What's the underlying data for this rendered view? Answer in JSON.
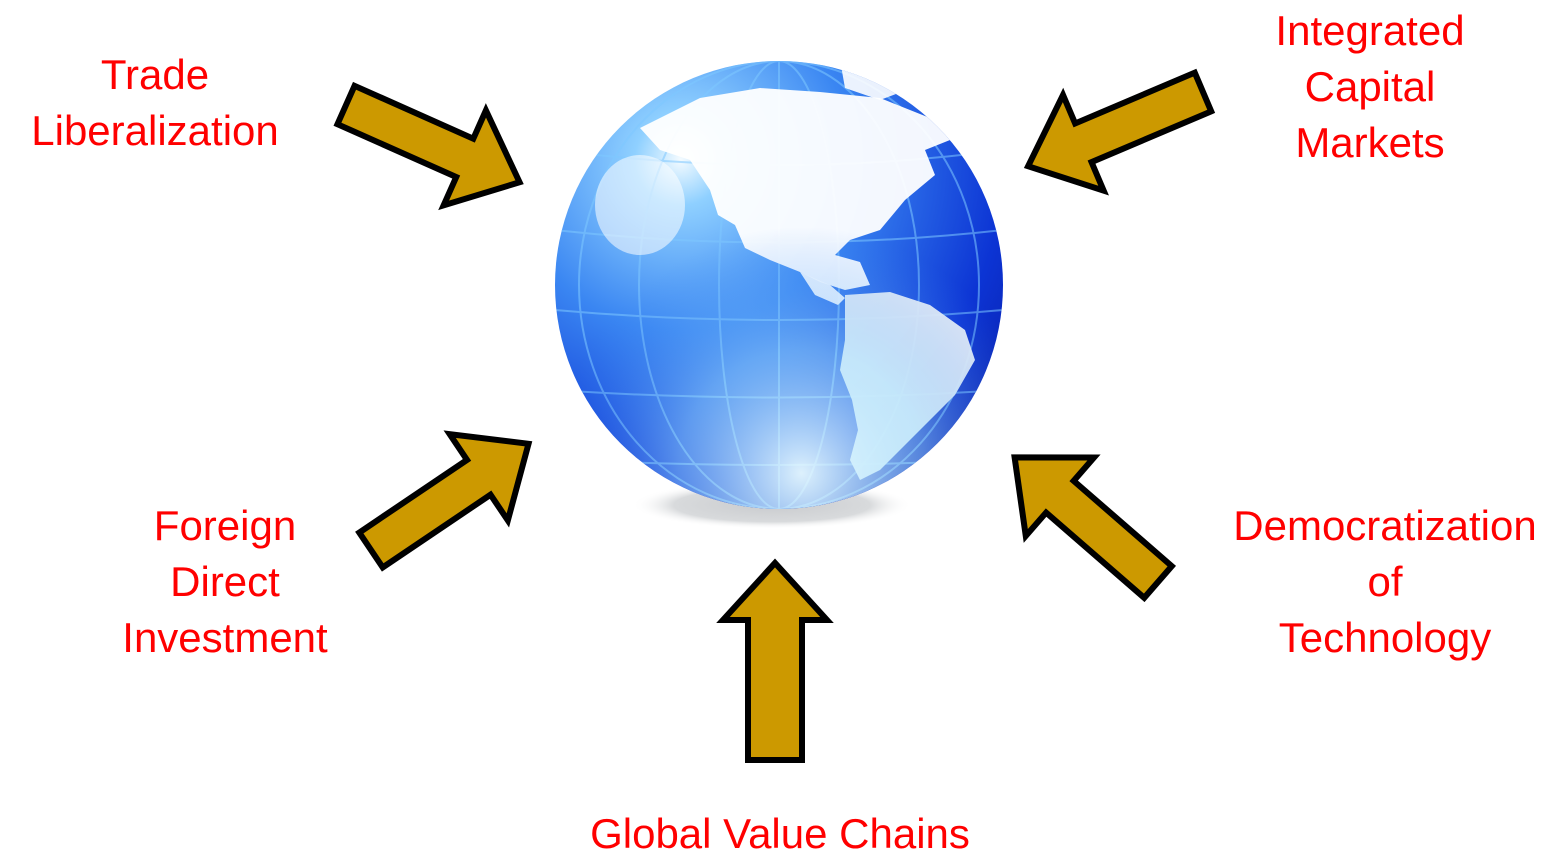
{
  "colors": {
    "label": "#ff0000",
    "arrow_fill": "#cc9900",
    "arrow_stroke": "#000000",
    "globe_light": "#d6f2ff",
    "globe_mid": "#3d8ef0",
    "globe_dark": "#0a2fd0",
    "land": "#ffffff"
  },
  "center": {
    "icon": "globe-icon"
  },
  "labels": {
    "trade": [
      "Trade",
      "Liberalization"
    ],
    "capital": [
      "Integrated",
      "Capital",
      "Markets"
    ],
    "fdi": [
      "Foreign",
      "Direct",
      "Investment"
    ],
    "tech": [
      "Democratization",
      "of",
      "Technology"
    ],
    "gvc": [
      "Global Value Chains"
    ]
  }
}
